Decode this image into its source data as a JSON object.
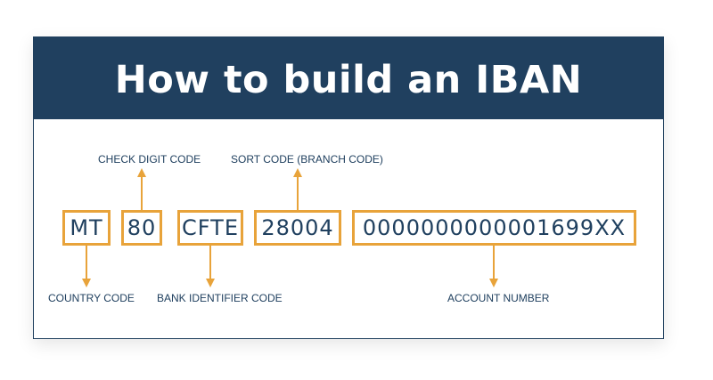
{
  "title": "How to build an IBAN",
  "segments": [
    {
      "value": "MT"
    },
    {
      "value": "80"
    },
    {
      "value": "CFTE"
    },
    {
      "value": "28004"
    },
    {
      "value": "0000000000001699XX"
    }
  ],
  "labels": {
    "country_code": "COUNTRY CODE",
    "check_digit_code": "CHECK DIGIT CODE",
    "bank_identifier_code": "BANK IDENTIFIER CODE",
    "sort_code": "SORT CODE (BRANCH CODE)",
    "account_number": "ACCOUNT NUMBER"
  },
  "colors": {
    "banner": "#20405f",
    "accent": "#e8a33a",
    "text": "#20405f"
  }
}
